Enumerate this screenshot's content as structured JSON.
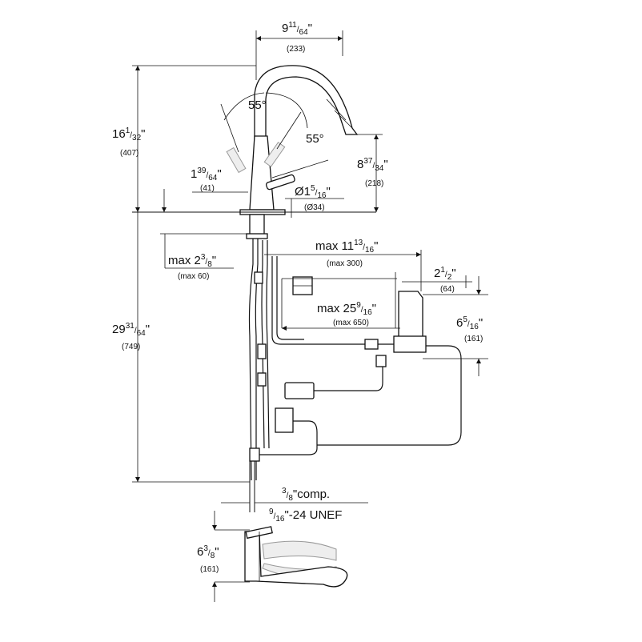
{
  "dimensions": {
    "spout_reach": {
      "main": "9",
      "num": "11",
      "den": "64",
      "unit": "\"",
      "metric": "(233)"
    },
    "spout_angle_left": {
      "text": "55°"
    },
    "spout_angle_right": {
      "text": "55°"
    },
    "overall_height": {
      "main": "16",
      "num": "1",
      "den": "32",
      "unit": "\"",
      "metric": "(407)"
    },
    "outlet_height": {
      "main": "8",
      "num": "37",
      "den": "34",
      "unit": "\"",
      "metric": "(218)"
    },
    "lever_height": {
      "main": "1",
      "num": "39",
      "den": "64",
      "unit": "\"",
      "metric": "(41)"
    },
    "base_diameter": {
      "main": "Ø1",
      "num": "5",
      "den": "16",
      "unit": "\"",
      "metric": "(Ø34)"
    },
    "deck_thickness": {
      "main": "max 2",
      "num": "3",
      "den": "8",
      "unit": "\"",
      "metric": "(max 60)"
    },
    "box_distance": {
      "main": "max 11",
      "num": "13",
      "den": "16",
      "unit": "\"",
      "metric": "(max 300)"
    },
    "box_width": {
      "main": "2",
      "num": "1",
      "den": "2",
      "unit": "\"",
      "metric": "(64)"
    },
    "cable_length": {
      "main": "max 25",
      "num": "9",
      "den": "16",
      "unit": "\"",
      "metric": "(max 650)"
    },
    "box_height": {
      "main": "6",
      "num": "5",
      "den": "16",
      "unit": "\"",
      "metric": "(161)"
    },
    "below_deck": {
      "main": "29",
      "num": "31",
      "den": "64",
      "unit": "\"",
      "metric": "(749)"
    },
    "comp_connection": {
      "num": "3",
      "den": "8",
      "text": "\"comp."
    },
    "unef_thread": {
      "num": "9",
      "den": "16",
      "text": "\"-24 UNEF"
    },
    "top_view_width": {
      "main": "6",
      "num": "3",
      "den": "8",
      "unit": "\"",
      "metric": "(161)"
    }
  }
}
